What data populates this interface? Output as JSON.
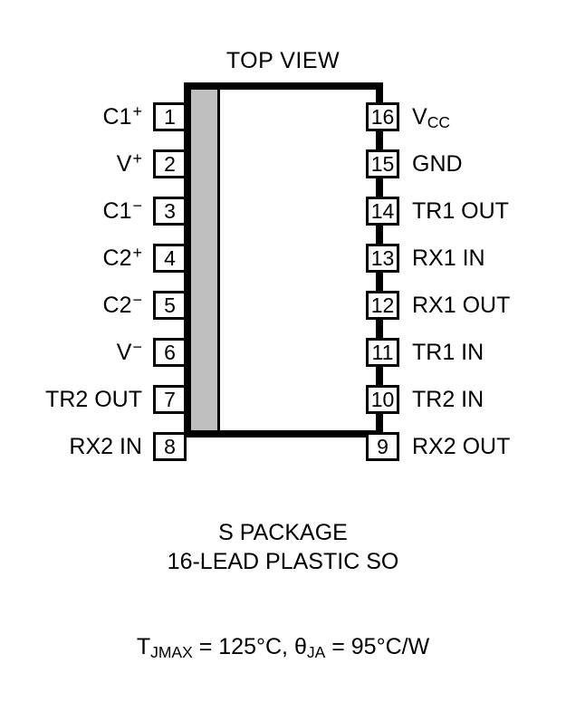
{
  "diagram": {
    "title": "TOP VIEW",
    "package_caption_line1": "S PACKAGE",
    "package_caption_line2": "16-LEAD PLASTIC SO",
    "thermal": {
      "t_symbol": "T",
      "t_subscript": "JMAX",
      "t_value": " = 125°C, ",
      "theta_symbol": "θ",
      "theta_subscript": "JA",
      "theta_value": " = 95°C/W"
    },
    "colors": {
      "outline": "#000000",
      "notch_fill": "#bfbfbf",
      "body_fill": "#ffffff",
      "text": "#000000"
    },
    "left_pins": [
      {
        "number": "1",
        "base": "C1",
        "sup": "+",
        "sub": ""
      },
      {
        "number": "2",
        "base": "V",
        "sup": "+",
        "sub": ""
      },
      {
        "number": "3",
        "base": "C1",
        "sup": "−",
        "sub": ""
      },
      {
        "number": "4",
        "base": "C2",
        "sup": "+",
        "sub": ""
      },
      {
        "number": "5",
        "base": "C2",
        "sup": "−",
        "sub": ""
      },
      {
        "number": "6",
        "base": "V",
        "sup": "−",
        "sub": ""
      },
      {
        "number": "7",
        "base": "TR2 OUT",
        "sup": "",
        "sub": ""
      },
      {
        "number": "8",
        "base": "RX2 IN",
        "sup": "",
        "sub": ""
      }
    ],
    "right_pins": [
      {
        "number": "16",
        "base": "V",
        "sup": "",
        "sub": "CC"
      },
      {
        "number": "15",
        "base": "GND",
        "sup": "",
        "sub": ""
      },
      {
        "number": "14",
        "base": "TR1 OUT",
        "sup": "",
        "sub": ""
      },
      {
        "number": "13",
        "base": "RX1 IN",
        "sup": "",
        "sub": ""
      },
      {
        "number": "12",
        "base": "RX1 OUT",
        "sup": "",
        "sub": ""
      },
      {
        "number": "11",
        "base": "TR1 IN",
        "sup": "",
        "sub": ""
      },
      {
        "number": "10",
        "base": "TR2 IN",
        "sup": "",
        "sub": ""
      },
      {
        "number": "9",
        "base": "RX2 OUT",
        "sup": "",
        "sub": ""
      }
    ]
  }
}
